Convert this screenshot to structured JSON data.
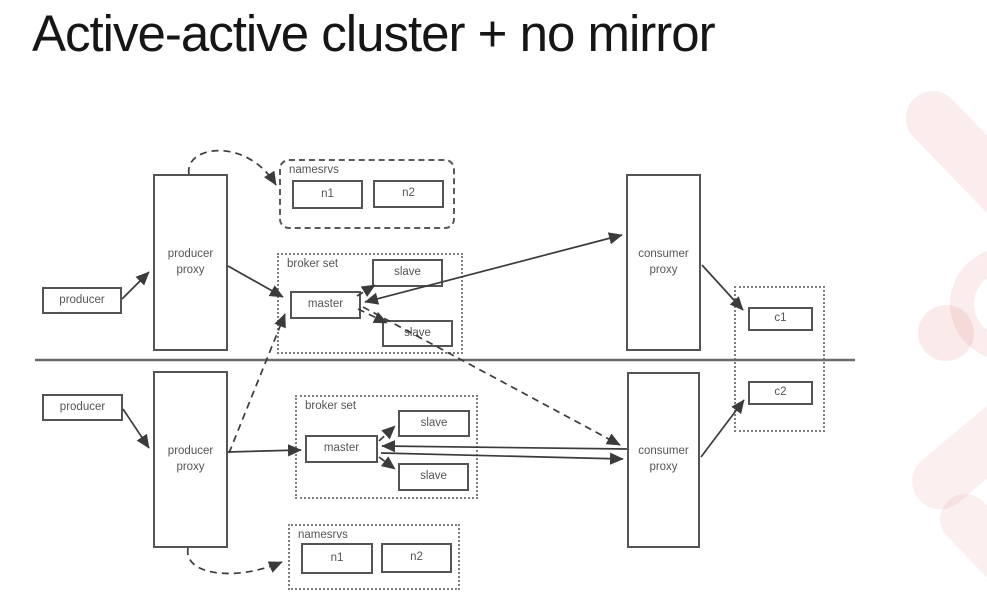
{
  "title": "Active-active cluster + no mirror",
  "diagram": {
    "top": {
      "producer": "producer",
      "producer_proxy": "producer proxy",
      "namesrvs_label": "namesrvs",
      "n1": "n1",
      "n2": "n2",
      "broker_set_label": "broker set",
      "master": "master",
      "slave1": "slave",
      "slave2": "slave",
      "consumer_proxy": "consumer proxy",
      "consumer": "c1"
    },
    "bottom": {
      "producer": "producer",
      "producer_proxy": "producer proxy",
      "namesrvs_label": "namesrvs",
      "n1": "n1",
      "n2": "n2",
      "broker_set_label": "broker set",
      "master": "master",
      "slave1": "slave",
      "slave2": "slave",
      "consumer_proxy": "consumer proxy",
      "consumer": "c2"
    },
    "edges": [
      {
        "from": "producer (top)",
        "to": "producer proxy (top)",
        "style": "solid"
      },
      {
        "from": "producer proxy (top)",
        "to": "master (top)",
        "style": "solid"
      },
      {
        "from": "master (top)",
        "to": "slave (top 1)",
        "style": "dashed"
      },
      {
        "from": "master (top)",
        "to": "slave (top 2)",
        "style": "dashed"
      },
      {
        "from": "master (top)",
        "to": "consumer proxy (top)",
        "style": "solid-bidirectional"
      },
      {
        "from": "consumer proxy (top)",
        "to": "c1",
        "style": "solid"
      },
      {
        "from": "producer proxy (top)",
        "to": "namesrvs (top)",
        "style": "dashed-curve"
      },
      {
        "from": "producer (bottom)",
        "to": "producer proxy (bottom)",
        "style": "solid"
      },
      {
        "from": "producer proxy (bottom)",
        "to": "master (bottom)",
        "style": "solid"
      },
      {
        "from": "master (bottom)",
        "to": "slave (bottom 1)",
        "style": "dashed"
      },
      {
        "from": "master (bottom)",
        "to": "slave (bottom 2)",
        "style": "dashed"
      },
      {
        "from": "master (bottom)",
        "to": "consumer proxy (bottom)",
        "style": "solid"
      },
      {
        "from": "consumer proxy (bottom)",
        "to": "master (bottom)",
        "style": "solid"
      },
      {
        "from": "consumer proxy (bottom)",
        "to": "c2",
        "style": "solid"
      },
      {
        "from": "producer proxy (bottom)",
        "to": "namesrvs (bottom)",
        "style": "dashed-curve"
      },
      {
        "from": "producer proxy (bottom)",
        "to": "master (top)",
        "style": "dashed"
      },
      {
        "from": "master (top)",
        "to": "consumer proxy (bottom)",
        "style": "dashed"
      }
    ]
  },
  "colors": {
    "line": "#3b3b3b",
    "box_border": "#545454",
    "text": "#555555",
    "title_text": "#161616",
    "watermark_pink": "#d65050"
  }
}
